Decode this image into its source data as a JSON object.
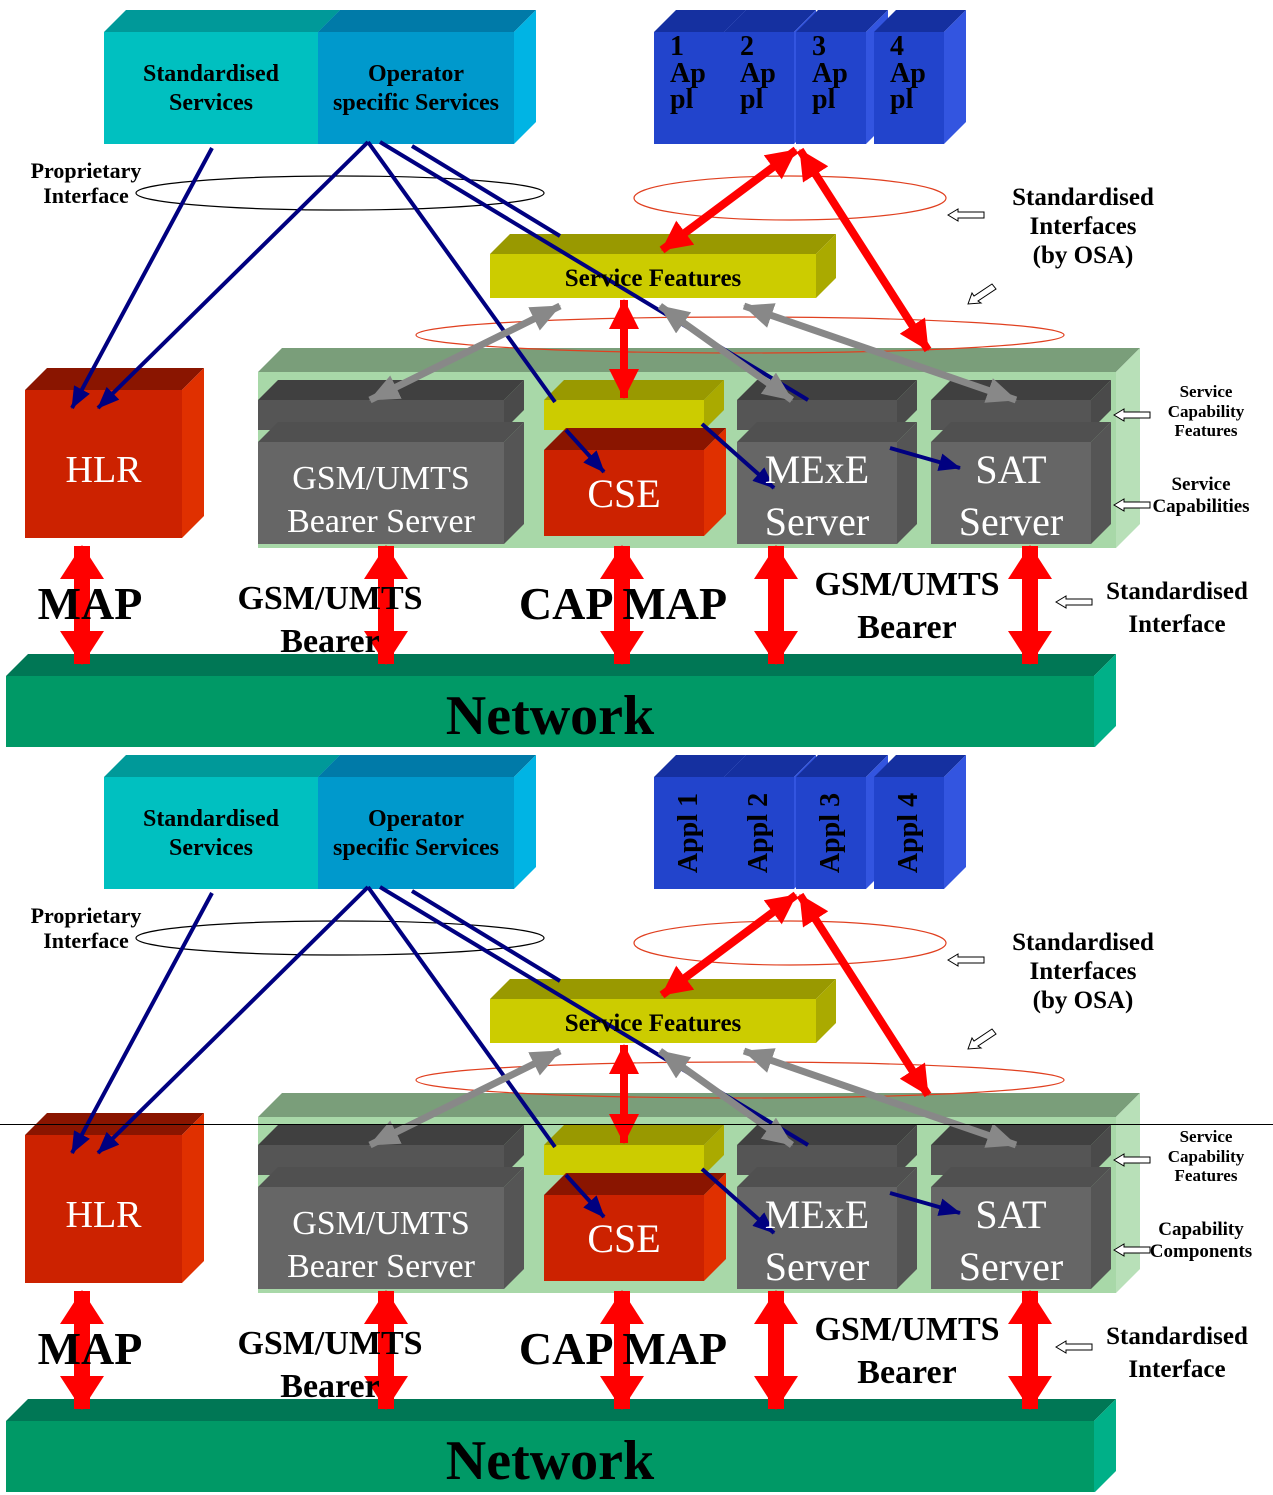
{
  "panels": [
    {
      "services": {
        "standardised": "Standardised\nServices",
        "operator": "Operator\nspecific Services"
      },
      "apps": [
        "1\nAp\npl",
        "2\nAp\npl",
        "3\nAp\npl",
        "4\nAp\npl"
      ],
      "proprietary_interface": "Proprietary\nInterface",
      "standardised_interfaces_osa": "Standardised\nInterfaces\n(by OSA)",
      "service_features": "Service Features",
      "hlr": "HLR",
      "bearer_server": "GSM/UMTS\nBearer Server",
      "cse": "CSE",
      "mexe_server": "MExE\nServer",
      "sat_server": "SAT\nServer",
      "service_capability_features": "Service\nCapability\nFeatures",
      "capabilities_label": "Service\nCapabilities",
      "map_left": "MAP",
      "gsm_bearer_left": "GSM/UMTS\nBearer",
      "cap_map": "CAP MAP",
      "gsm_bearer_right": "GSM/UMTS\nBearer",
      "standardised_interface": "Standardised\nInterface",
      "network": "Network"
    },
    {
      "services": {
        "standardised": "Standardised\nServices",
        "operator": "Operator\nspecific Services"
      },
      "apps": [
        "Appl 1",
        "Appl 2",
        "Appl 3",
        "Appl 4"
      ],
      "proprietary_interface": "Proprietary\nInterface",
      "standardised_interfaces_osa": "Standardised\nInterfaces\n(by OSA)",
      "service_features": "Service Features",
      "hlr": "HLR",
      "bearer_server": "GSM/UMTS\nBearer Server",
      "cse": "CSE",
      "mexe_server": "MExE\nServer",
      "sat_server": "SAT\nServer",
      "service_capability_features": "Service\nCapability\nFeatures",
      "capabilities_label": "Capability\nComponents",
      "map_left": "MAP",
      "gsm_bearer_left": "GSM/UMTS\nBearer",
      "cap_map": "CAP MAP",
      "gsm_bearer_right": "GSM/UMTS\nBearer",
      "standardised_interface": "Standardised\nInterface",
      "network": "Network"
    }
  ],
  "colors": {
    "standardised_services": "#00c0c0",
    "operator_services": "#0099cc",
    "apps": "#2244cc",
    "service_features": "#cccc00",
    "hlr_cse": "#cc2200",
    "servers": "#666666",
    "platform": "#a8d8a8",
    "network": "#009966",
    "red_arrow": "#ff0000",
    "navy_line": "#000080",
    "grey_arrow": "#888888"
  }
}
